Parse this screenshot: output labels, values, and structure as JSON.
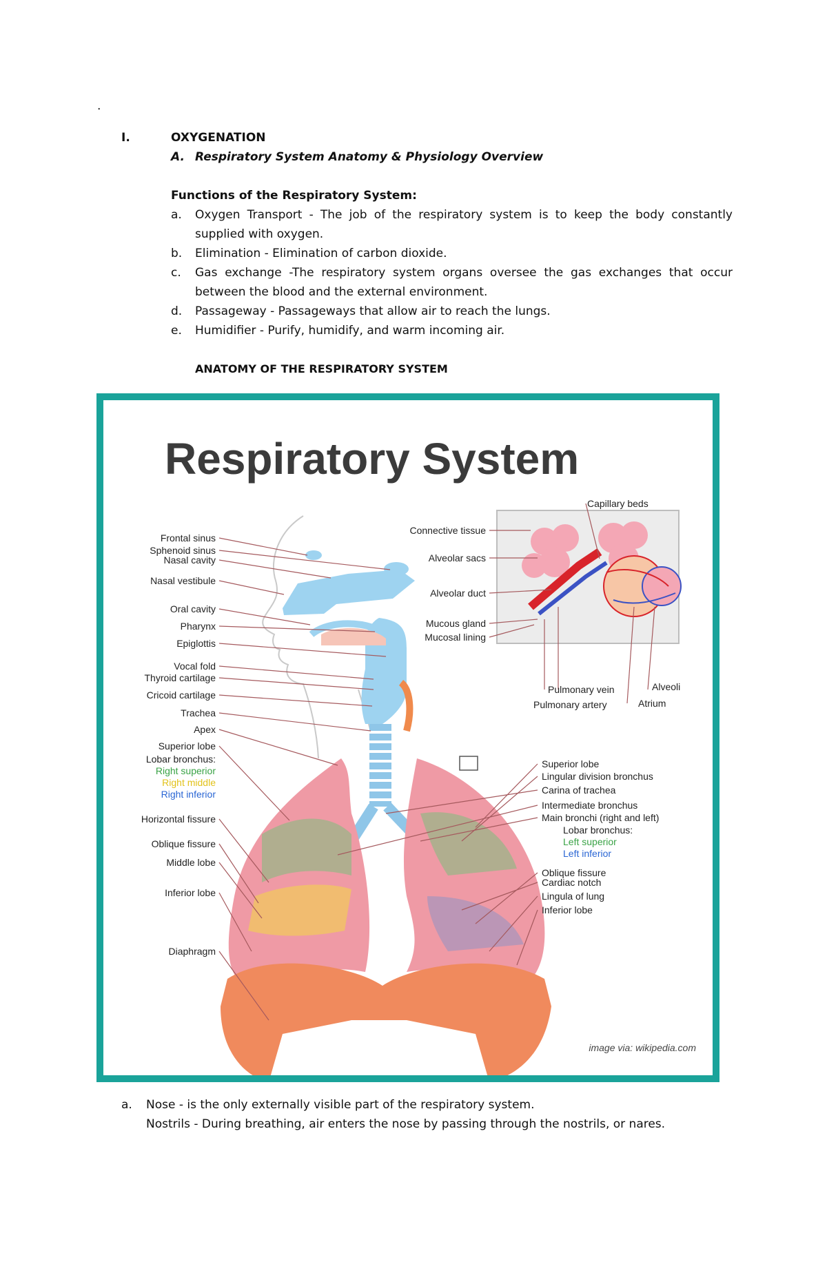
{
  "stray_mark": ".",
  "section": {
    "numeral": "I.",
    "title": "OXYGENATION"
  },
  "subsection": {
    "letter": "A.",
    "title": "Respiratory System Anatomy & Physiology Overview"
  },
  "functions_heading": "Functions of the Respiratory System:",
  "functions": [
    {
      "letter": "a.",
      "line1": "Oxygen Transport - The job of the respiratory system is to keep the body constantly",
      "line2": "supplied with oxygen."
    },
    {
      "letter": "b.",
      "line1": "Elimination - Elimination of carbon dioxide.",
      "line2": ""
    },
    {
      "letter": "c.",
      "line1": "Gas exchange -The respiratory system organs oversee the gas exchanges that occur",
      "line2": "between the blood and the external environment."
    },
    {
      "letter": "d.",
      "line1": "Passageway - Passageways that allow air to reach the lungs.",
      "line2": ""
    },
    {
      "letter": "e.",
      "line1": "Humidifier - Purify, humidify, and warm incoming air.",
      "line2": ""
    }
  ],
  "anatomy_heading": "ANATOMY OF THE RESPIRATORY SYSTEM",
  "figure": {
    "title": "Respiratory System",
    "credit": "image via: wikipedia.com",
    "colors": {
      "frame": "#1aa39a",
      "lung": "#ef9aa5",
      "diaphragm": "#f08a5d",
      "airway": "#9ed3f0"
    },
    "left_labels": [
      "Frontal sinus",
      "Sphenoid sinus",
      "Nasal cavity",
      "Nasal vestibule",
      "Oral cavity",
      "Pharynx",
      "Epiglottis",
      "Vocal fold",
      "Thyroid cartilage",
      "Cricoid cartilage",
      "Trachea",
      "Apex",
      "Superior lobe",
      "Lobar bronchus:",
      "Right superior",
      "Right middle",
      "Right inferior",
      "Horizontal fissure",
      "Oblique fissure",
      "Middle lobe",
      "Inferior lobe",
      "Diaphragm"
    ],
    "inset_labels": [
      "Capillary beds",
      "Connective tissue",
      "Alveolar sacs",
      "Alveolar duct",
      "Mucous gland",
      "Mucosal lining",
      "Pulmonary vein",
      "Pulmonary artery",
      "Alveoli",
      "Atrium"
    ],
    "right_labels": [
      "Superior lobe",
      "Lingular division bronchus",
      "Carina of trachea",
      "Intermediate bronchus",
      "Main bronchi (right and left)",
      "Lobar bronchus:",
      "Left superior",
      "Left inferior",
      "Oblique fissure",
      "Cardiac notch",
      "Lingula of lung",
      "Inferior lobe"
    ]
  },
  "after_figure": [
    {
      "letter": "a.",
      "line1": "Nose - is the only externally visible part of the respiratory system.",
      "line2": "Nostrils - During breathing, air enters the nose by passing through the nostrils, or nares."
    }
  ]
}
